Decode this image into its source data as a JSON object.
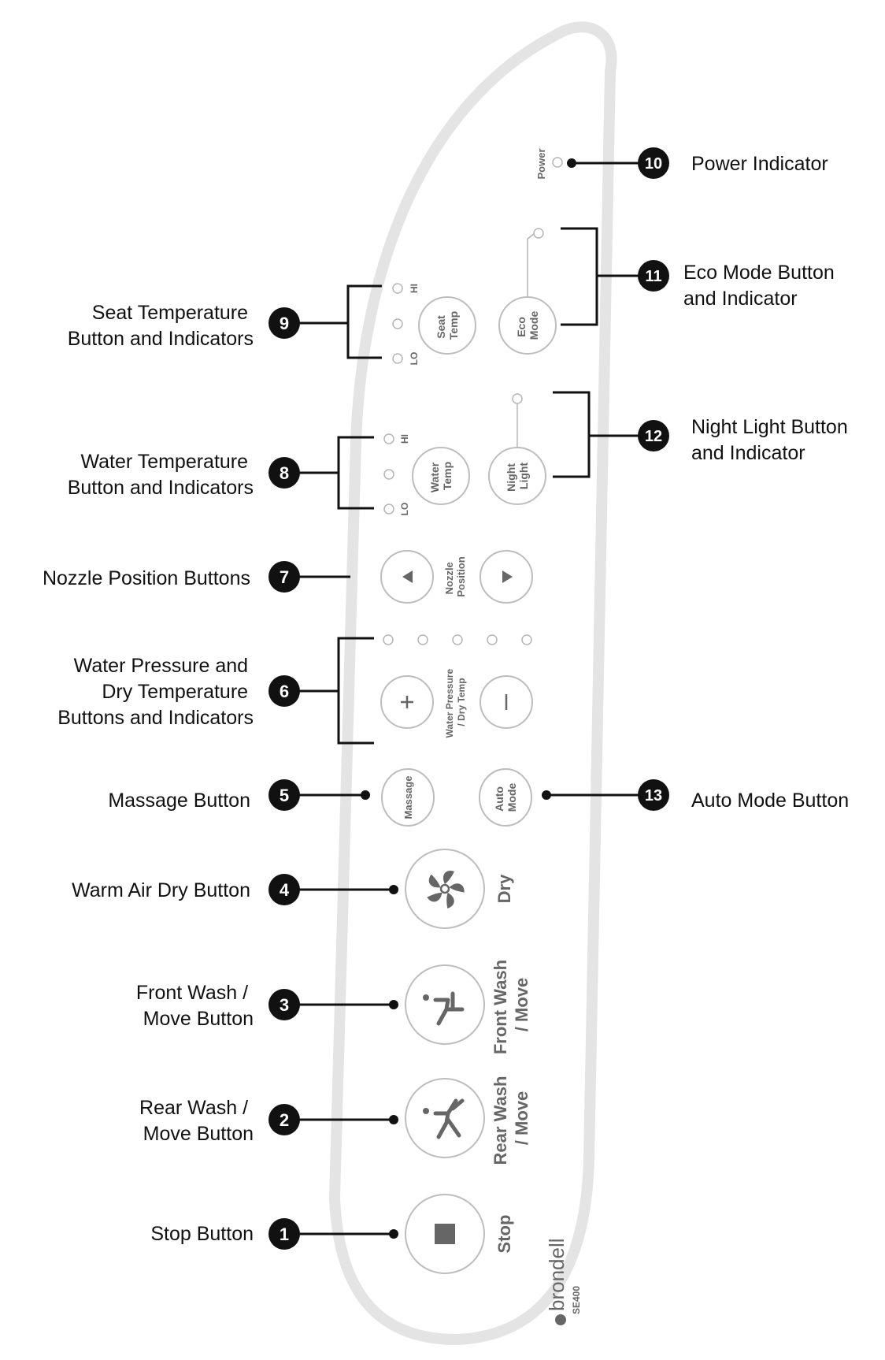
{
  "panel": {
    "power_label": "Power",
    "hi": "HI",
    "lo": "LO",
    "seat_temp": [
      "Seat",
      "Temp"
    ],
    "eco_mode": [
      "Eco",
      "Mode"
    ],
    "water_temp": [
      "Water",
      "Temp"
    ],
    "night_light": [
      "Night",
      "Light"
    ],
    "nozzle_position": [
      "Nozzle",
      "Position"
    ],
    "water_pressure": [
      "Water Pressure",
      "/ Dry Temp"
    ],
    "massage": "Massage",
    "auto_mode": [
      "Auto",
      "Mode"
    ],
    "dry": "Dry",
    "front_wash": [
      "Front Wash",
      "/ Move"
    ],
    "rear_wash": [
      "Rear Wash",
      "/ Move"
    ],
    "stop": "Stop",
    "brand": "brondell",
    "model": "SE400"
  },
  "callouts": [
    {
      "num": "1",
      "lines": [
        "Stop Button"
      ]
    },
    {
      "num": "2",
      "lines": [
        "Rear Wash /",
        "Move Button"
      ]
    },
    {
      "num": "3",
      "lines": [
        "Front Wash /",
        "Move Button"
      ]
    },
    {
      "num": "4",
      "lines": [
        "Warm Air Dry Button"
      ]
    },
    {
      "num": "5",
      "lines": [
        "Massage Button"
      ]
    },
    {
      "num": "6",
      "lines": [
        "Water Pressure and",
        "Dry Temperature",
        "Buttons and Indicators"
      ]
    },
    {
      "num": "7",
      "lines": [
        "Nozzle Position Buttons"
      ]
    },
    {
      "num": "8",
      "lines": [
        "Water Temperature",
        "Button and Indicators"
      ]
    },
    {
      "num": "9",
      "lines": [
        "Seat Temperature",
        "Button and Indicators"
      ]
    },
    {
      "num": "10",
      "lines": [
        "Power Indicator"
      ]
    },
    {
      "num": "11",
      "lines": [
        "Eco Mode Button",
        "and Indicator"
      ]
    },
    {
      "num": "12",
      "lines": [
        "Night Light Button",
        "and Indicator"
      ]
    },
    {
      "num": "13",
      "lines": [
        "Auto Mode Button"
      ]
    }
  ]
}
